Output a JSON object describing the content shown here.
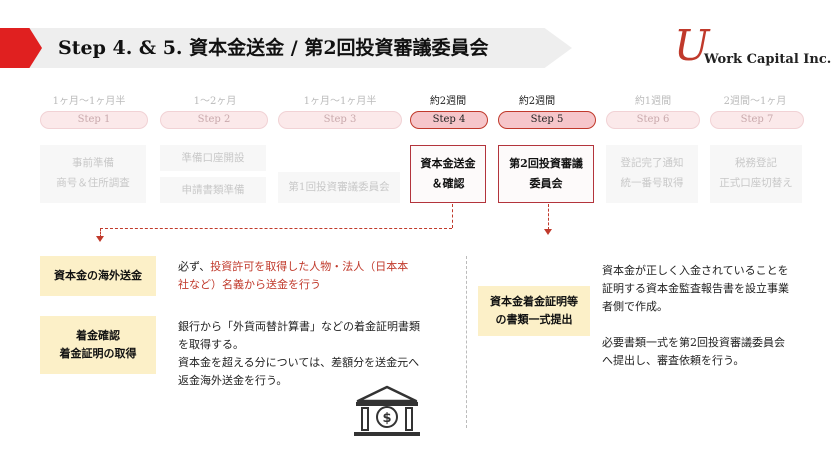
{
  "header": {
    "title": "Step 4. & 5. 資本金送金 / 第2回投資審議委員会",
    "logo_mark": "U",
    "logo_text": "Work Capital Inc."
  },
  "timeline": {
    "durations": [
      "1ヶ月〜1ヶ月半",
      "1〜2ヶ月",
      "1ヶ月〜1ヶ月半",
      "約2週間",
      "約2週間",
      "約1週間",
      "2週間〜1ヶ月"
    ],
    "steps": [
      "Step 1",
      "Step 2",
      "Step 3",
      "Step 4",
      "Step 5",
      "Step 6",
      "Step 7"
    ],
    "boxes": {
      "step1": [
        "事前準備",
        "商号＆住所調査"
      ],
      "step2_top": "準備口座開設",
      "step2_bottom": "申請書類準備",
      "step3": "第1回投資審議委員会",
      "step4": [
        "資本金送金",
        "＆確認"
      ],
      "step5": [
        "第2回投資審議",
        "委員会"
      ],
      "step6": [
        "登記完了通知",
        "統一番号取得"
      ],
      "step7": [
        "税務登記",
        "正式口座切替え"
      ]
    }
  },
  "left": {
    "box1_label": "資本金の海外送金",
    "box1_line1_a": "必ず、",
    "box1_line1_b": "投資許可を取得した人物・法人（日本本",
    "box1_line2": "社など）名義から送金を行う",
    "box2_label": [
      "着金確認",
      "着金証明の取得"
    ],
    "box2_lines": [
      "銀行から「外貨両替計算書」などの着金証明書類",
      "を取得する。",
      "資本金を超える分については、差額分を送金元へ",
      "返金海外送金を行う。"
    ],
    "bank_icon": "bank-dollar-icon"
  },
  "right": {
    "box_label": [
      "資本金着金証明等",
      "の書類一式提出"
    ],
    "lines": [
      "資本金が正しく入金されていることを",
      "証明する資本金監査報告書を設立事業",
      "者側で作成。",
      "",
      "必要書類一式を第2回投資審議委員会",
      "へ提出し、審査依頼を行う。"
    ]
  },
  "colors": {
    "accent": "#c0392b",
    "highlight": "#fcf0c8",
    "pill_active": "#f6c6ca"
  }
}
